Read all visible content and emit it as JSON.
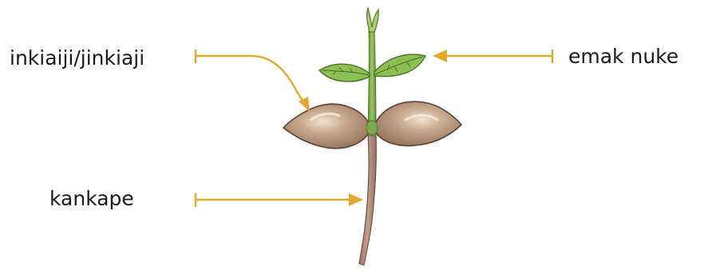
{
  "diagram": {
    "labels": {
      "cotyledon": "inkiaiji/jinkiaji",
      "leaves": "emak nuke",
      "root": "kankape"
    },
    "colors": {
      "arrow": "#E2A72E",
      "stem": "#7FB04A",
      "leaf": "#8CC054",
      "seed": "#B29277",
      "root": "#B08A79"
    },
    "icons": {
      "plant": "seedling-illustration"
    }
  }
}
